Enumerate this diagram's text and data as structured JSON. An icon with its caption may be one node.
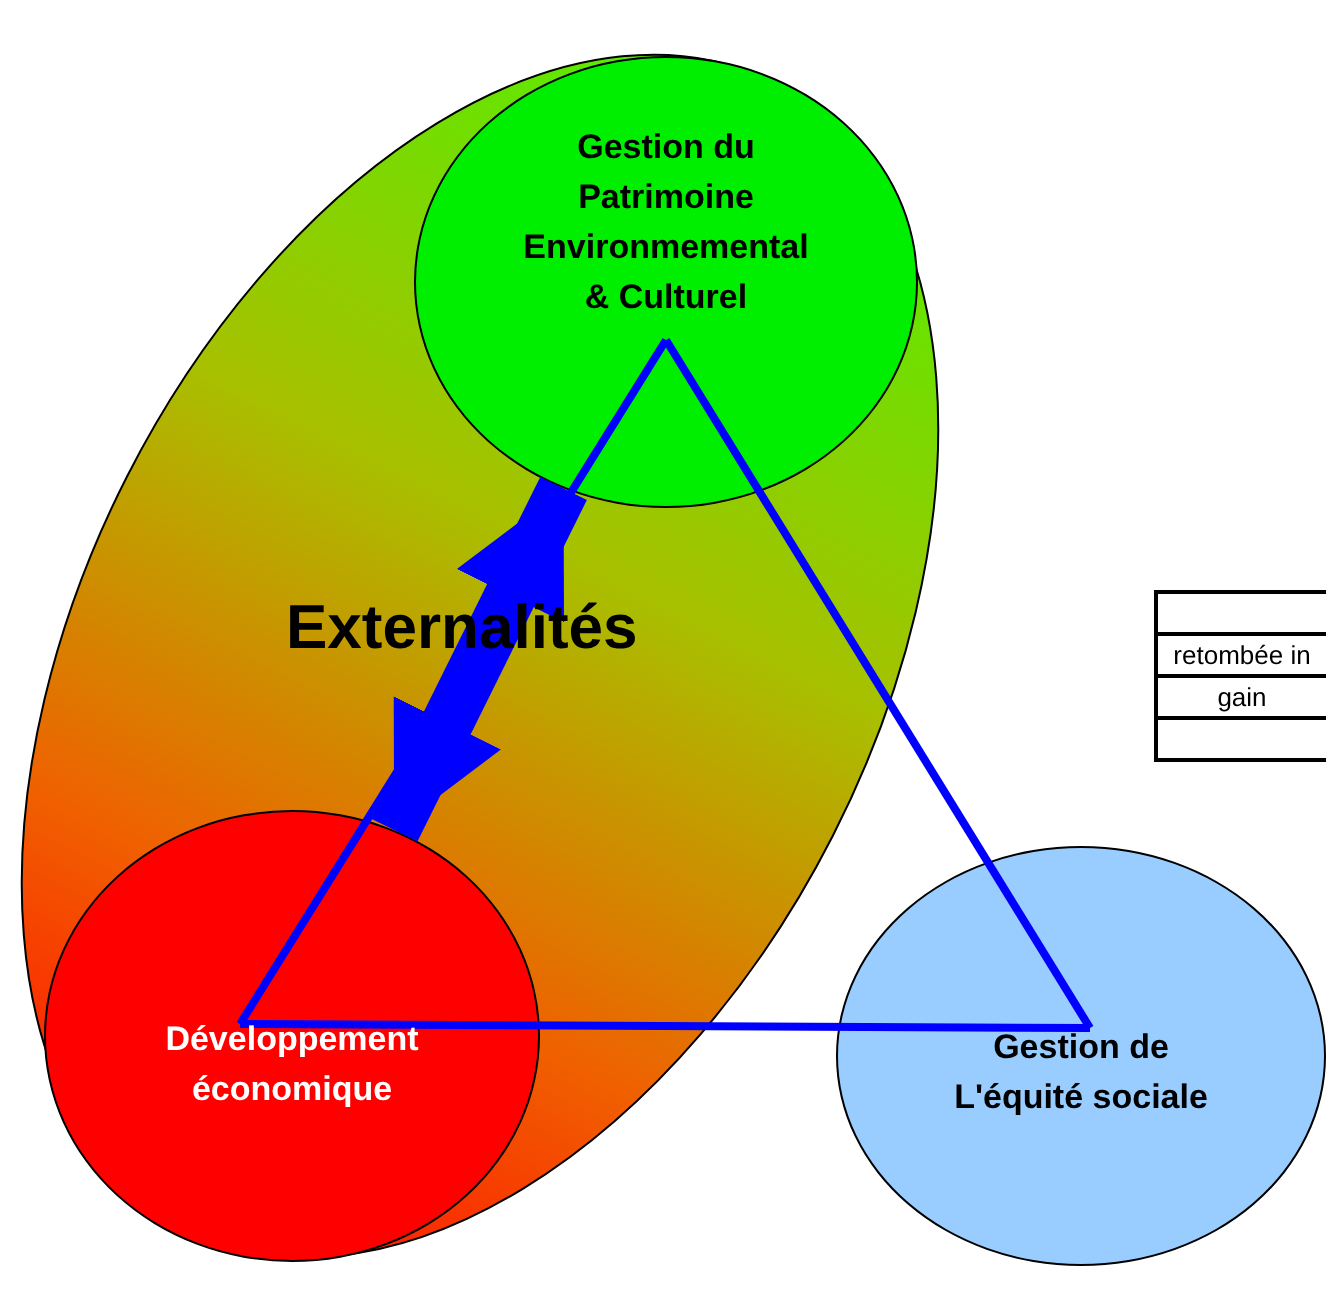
{
  "diagram": {
    "nodes": [
      {
        "text": [
          "Gestion du Patrimoine Environmemental & Culturel"
        ]
      },
      {
        "text": [
          "Développement économique"
        ]
      },
      {
        "text": [
          "Gestion de L'équité sociale"
        ]
      }
    ],
    "edges": [
      {
        "from": 0,
        "to": 1,
        "arrow": "both",
        "label": "Externalités",
        "style": "thick",
        "color": "#0000ff"
      },
      {
        "from": 0,
        "to": 1,
        "arrow": "none",
        "color": "#0000ff"
      },
      {
        "from": 1,
        "to": 2,
        "arrow": "none",
        "color": "#0000ff"
      },
      {
        "from": 2,
        "to": 0,
        "arrow": "none",
        "color": "#0000ff"
      }
    ],
    "labels": [
      "retombée in",
      "gain"
    ]
  }
}
